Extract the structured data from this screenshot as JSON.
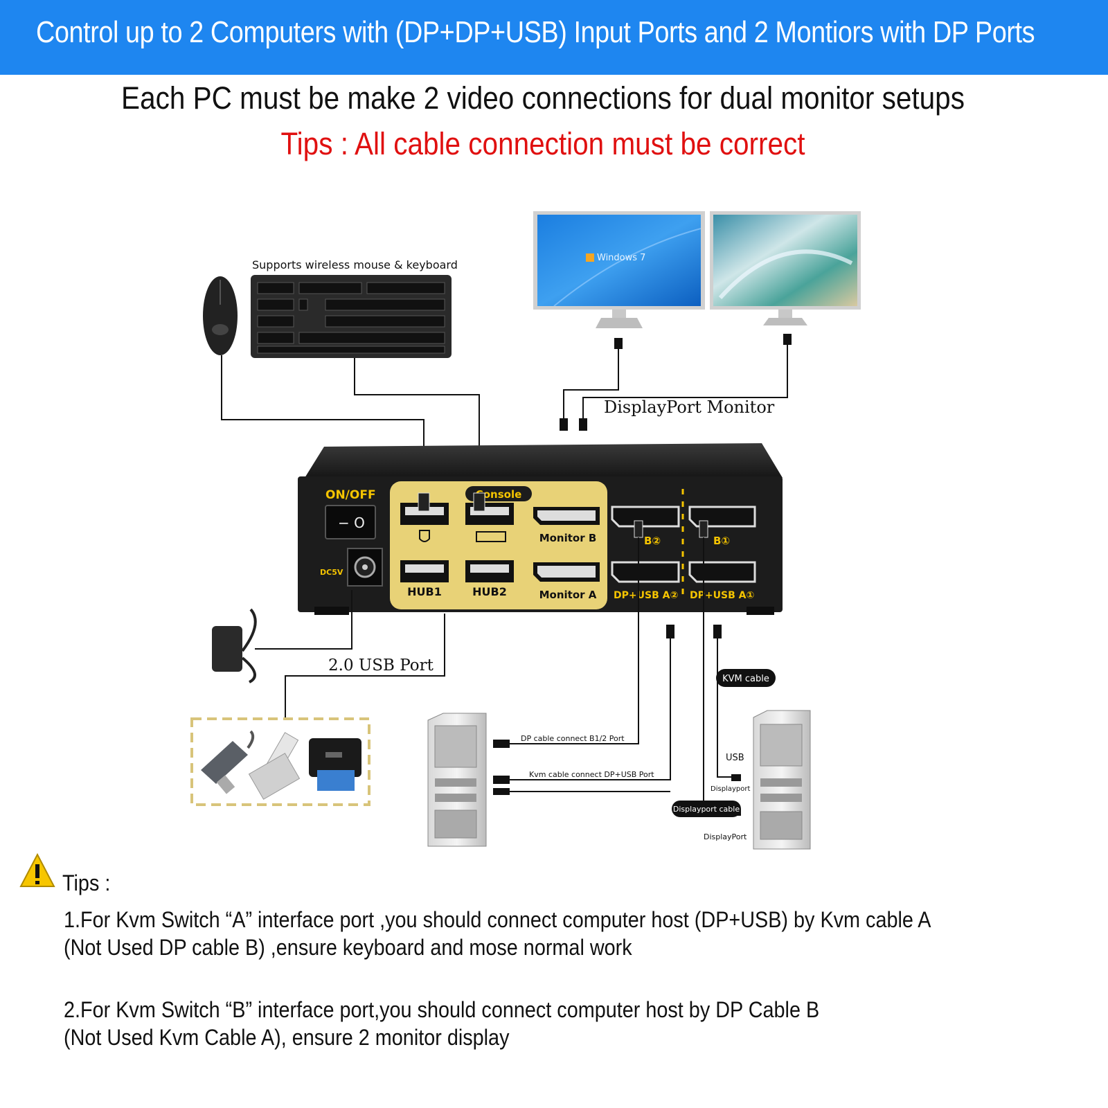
{
  "header": {
    "banner": "Control up to 2 Computers with (DP+DP+USB) Input Ports and 2 Montiors with DP Ports",
    "subtitle": "Each PC must be make 2 video connections for dual monitor setups",
    "tip": "Tips : All cable connection must be correct"
  },
  "diagram": {
    "wireless_label": "Supports wireless mouse & keyboard",
    "monitor_screen_text": "Windows 7",
    "displayport_monitor": "DisplayPort Monitor",
    "usb_port_label": "2.0 USB Port",
    "kvm": {
      "on_off": "ON/OFF",
      "switch_symbols": "− O",
      "power_label": "DC5V",
      "console": "Console",
      "hub1": "HUB1",
      "hub2": "HUB2",
      "monitor_b": "Monitor B",
      "monitor_a": "Monitor A",
      "b2": "B②",
      "b1": "B①",
      "a2": "DP+USB A②",
      "a1": "DP+USB A①"
    },
    "kvm_cable": "KVM cable",
    "dp_cable_connect": "DP cable connect B1/2 Port",
    "kvm_cable_connect": "Kvm  cable connect DP+USB Port",
    "usb": "USB",
    "displayport_small": "Displayport",
    "displayport_cable": "Displayport  cable",
    "displayport_bottom": "DisplayPort"
  },
  "tips": {
    "heading": "Tips :",
    "line1a": "1.For Kvm Switch “A” interface port ,you should connect computer host (DP+USB) by Kvm cable A",
    "line1b": "(Not Used DP cable B) ,ensure keyboard and mose normal work",
    "line2a": "2.For Kvm Switch “B” interface port,you should connect computer host by DP Cable B",
    "line2b": "(Not Used Kvm Cable A), ensure 2 monitor display"
  },
  "colors": {
    "banner": "#1e86f0",
    "tip_red": "#e01010",
    "console_panel": "#e8d277",
    "kvm_body": "#1c1c1c",
    "port_label_yellow": "#f5c400"
  }
}
